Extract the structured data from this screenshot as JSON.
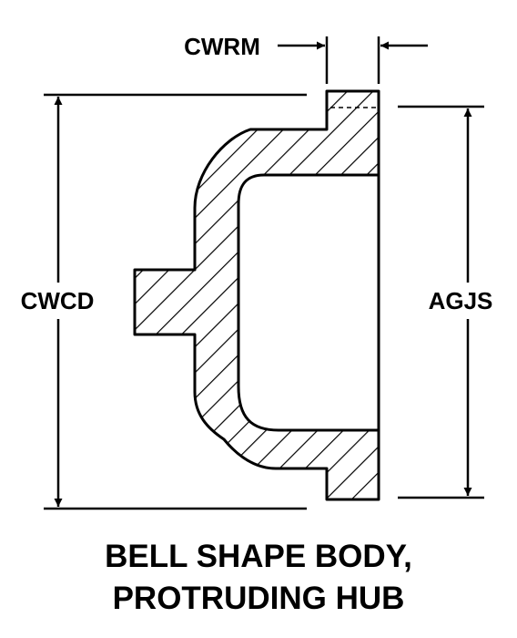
{
  "diagram": {
    "labels": {
      "cwrm": "CWRM",
      "cwcd": "CWCD",
      "agjs": "AGJS"
    },
    "caption": {
      "line1": "BELL SHAPE BODY,",
      "line2": "PROTRUDING HUB"
    },
    "colors": {
      "ink": "#000000",
      "background": "#ffffff"
    }
  }
}
